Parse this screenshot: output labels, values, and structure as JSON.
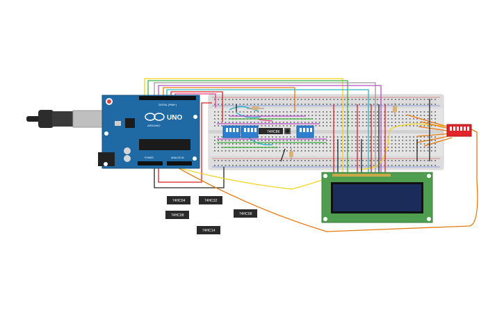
{
  "arduino": {
    "brand": "UNO",
    "sub_brand": "ARDUINO",
    "digital_header": "DIGITAL (PWM~)",
    "power_header": "POWER",
    "analog_header": "ANALOG IN"
  },
  "breadboard_chips": [
    {
      "label": "74HC86"
    }
  ],
  "loose_chips": [
    {
      "label": "74HC04"
    },
    {
      "label": "74HC32"
    },
    {
      "label": "74HC08"
    },
    {
      "label": "74HC08"
    },
    {
      "label": "74HC14"
    }
  ],
  "dip_switch_labels": [
    "",
    "",
    "",
    ""
  ],
  "colors": {
    "arduino_blue": "#1f6aa5",
    "breadboard": "#e6e6e6",
    "lcd_pcb": "#4f9e4f",
    "lcd_screen": "#1c2c5a",
    "dip_red": "#e0242a",
    "wire_yellow": "#f2d31b",
    "wire_orange": "#e8780c",
    "wire_red": "#d62020",
    "wire_black": "#222222",
    "wire_green": "#3db03d",
    "wire_purple": "#b44ec6",
    "wire_cyan": "#27b4c8"
  }
}
